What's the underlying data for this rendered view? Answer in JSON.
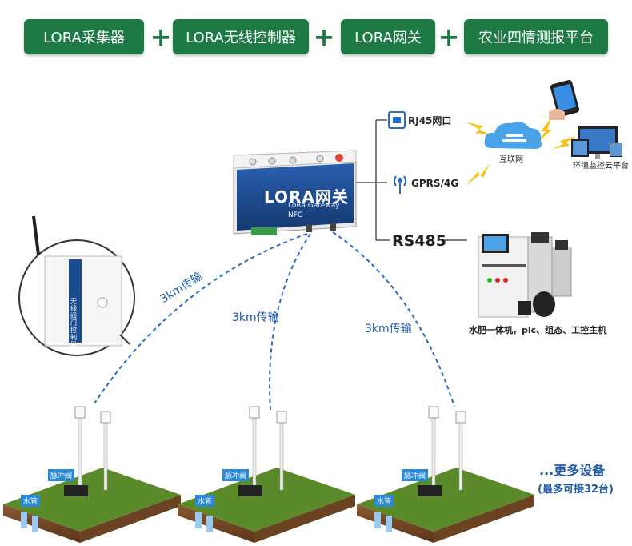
{
  "top_bar": {
    "items": [
      "LORA采集器",
      "LORA无线控制器",
      "LORA网关",
      "农业四情测报平台"
    ],
    "plus": "+"
  },
  "gateway": {
    "title": "LORA网关",
    "subtitle": "LoRa Gateway",
    "nfc": "NFC"
  },
  "network": {
    "rj45": "RJ45网口",
    "gprs": "GPRS/4G",
    "rs485": "RS485",
    "internet": "互联网",
    "cloud_platform": "环境监控云平台",
    "fertigation": "水肥一体机，plc、组态、工控主机"
  },
  "controller": {
    "label": "无线阀门控制器"
  },
  "transmission": {
    "label_1": "3km传输",
    "label_2": "3km传输",
    "label_3": "3km传输"
  },
  "fields": {
    "valve": "脉冲阀",
    "pipe": "水管"
  },
  "more": {
    "title": "...更多设备",
    "subtitle": "(最多可接32台)"
  },
  "colors": {
    "green": "#1d7a45",
    "gateway_blue": "#1a4c8f",
    "link_blue": "#2a6cc4"
  }
}
